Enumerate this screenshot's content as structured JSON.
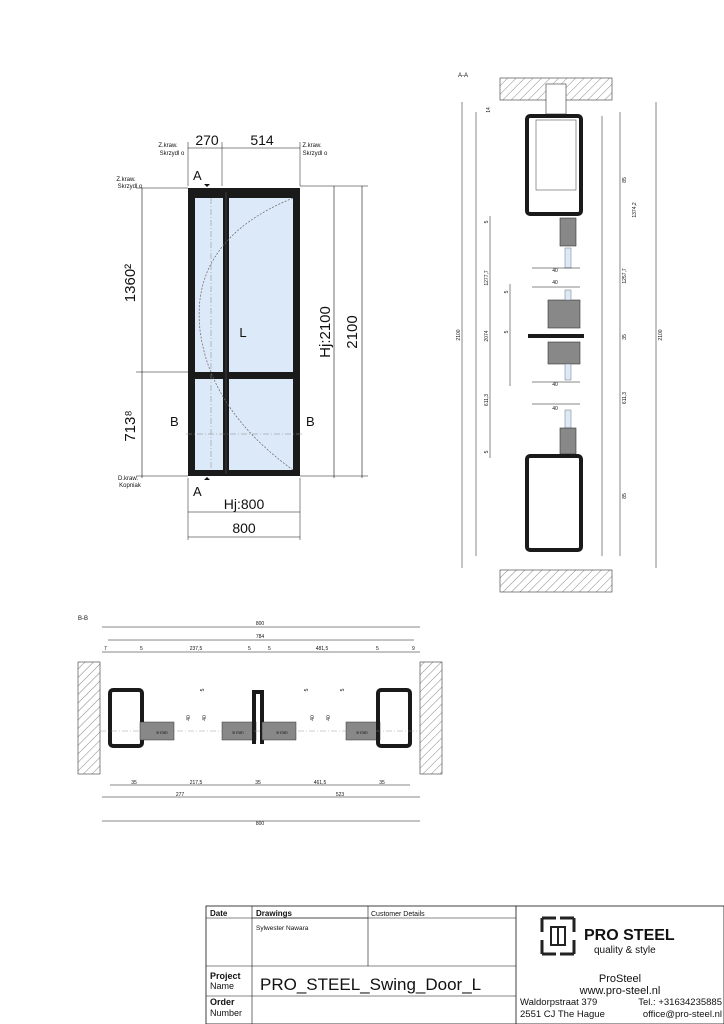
{
  "front": {
    "top_left_dim": "270",
    "top_right_dim": "514",
    "top_left_note1": "Z.kraw.",
    "top_left_note2": "Skrzydl o",
    "top_right_note1": "Z.kraw.",
    "top_right_note2": "Skrzydl o",
    "left_top_note1": "Z.kraw.",
    "left_top_note2": "Skrzydl o",
    "left_bottom_note1": "D.kraw.",
    "left_bottom_note2": "Kopniak",
    "upper_height": "1360²",
    "lower_height": "713⁸",
    "hj_height": "Hj:2100",
    "total_height": "2100",
    "hj_width": "Hj:800",
    "total_width": "800",
    "section_a": "A",
    "section_b": "B",
    "leaf_label": "L"
  },
  "section_aa": {
    "title": "A-A",
    "dims_left": [
      "14",
      "5",
      "1277,7",
      "5",
      "2074",
      "5",
      "611,3",
      "5"
    ],
    "dims_right": [
      "85",
      "1374,2",
      "1257,7",
      "35",
      "611,3",
      "85"
    ],
    "dims_40": [
      "40",
      "40",
      "40",
      "40"
    ],
    "outer_left": "2100",
    "outer_right": "2100"
  },
  "section_bb": {
    "title": "B-B",
    "top_total": "800",
    "top_inner": "784",
    "top_dims": [
      "7",
      "5",
      "237,5",
      "5",
      "5",
      "481,5",
      "5",
      "9"
    ],
    "bottom_dims": [
      "35",
      "217,5",
      "35",
      "461,5",
      "35"
    ],
    "bottom_dims2": [
      "277",
      "523"
    ],
    "bottom_total": "800",
    "glass_labels": [
      "8 mm",
      "8 mm",
      "8 mm",
      "8 mm"
    ],
    "side_40": [
      "40",
      "40",
      "40",
      "40"
    ],
    "side_5": [
      "5",
      "5",
      "5"
    ]
  },
  "title_block": {
    "date_label": "Date",
    "drawings_label": "Drawings",
    "customer_label": "Customer Details",
    "author": "Sylwester Nawara",
    "project_label1": "Project",
    "project_label2": "Name",
    "project_name": "PRO_STEEL_Swing_Door_L",
    "order_label1": "Order",
    "order_label2": "Number",
    "brand": "PRO STEEL",
    "tagline": "quality & style",
    "company": "ProSteel",
    "website": "www.pro-steel.nl",
    "address1": "Waldorpstraat 379",
    "address2": "2551 CJ The Hague",
    "phone": "Tel.: +31634235885",
    "email": "office@pro-steel.nl"
  },
  "colors": {
    "glass": "#dbe9f8",
    "steel": "#1a1a1a",
    "hatch": "#888888"
  }
}
